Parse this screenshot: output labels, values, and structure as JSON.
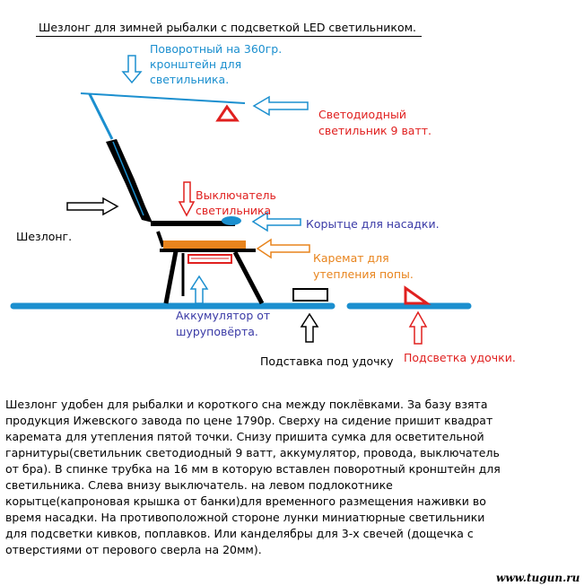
{
  "title": "Шезлонг для зимней рыбалки с подсветкой LED светильником.",
  "labels": {
    "swivel_bracket": "Поворотный на 360гр.\nкронштейн для\nсветильника.",
    "led_lamp": "Светодиодный\nсветильник 9 ватт.",
    "switch": "Выключатель\nсветильника",
    "bait_tray": "Корытце для насадки.",
    "chair": "Шезлонг.",
    "mat": "Каремат для\nутепления попы.",
    "battery": "Аккумулятор от\nшуруповёрта.",
    "rod_stand": "Подставка под удочку",
    "rod_light": "Подсветка удочки."
  },
  "description": "Шезлонг удобен для рыбалки и короткого сна между поклёвками. За базу взята продукция Ижевского завода по цене 1790р. Сверху на сидение пришит квадрат каремата для утепления пятой точки. Снизу пришита сумка для осветительной гарнитуры(светильник светодиодный  9 ватт, аккумулятор, провода, выключатель от бра). В спинке трубка на 16 мм в которую вставлен поворотный кронштейн для светильника. Слева внизу выключатель. на левом подлокотнике корытце(капроновая крышка от банки)для временного размещения наживки во время насадки. На противоположной стороне лунки миниатюрные светильники для подсветки кивков, поплавков. Или канделябры для 3-х свечей (дощечка с отверстиями от перового сверла на 20мм).",
  "watermark": "www.tugun.ru",
  "colors": {
    "blue": "#1b8fcf",
    "red": "#e0201f",
    "navy": "#3a3aa6",
    "orange": "#e8841d",
    "black": "#000000"
  }
}
